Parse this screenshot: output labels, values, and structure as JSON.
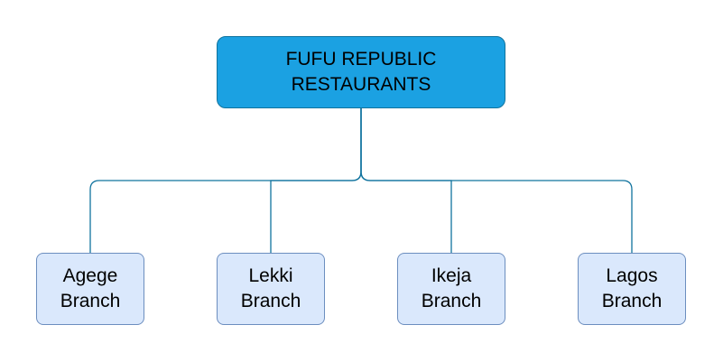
{
  "diagram": {
    "root": {
      "line1": "FUFU REPUBLIC",
      "line2": "RESTAURANTS"
    },
    "branches": [
      {
        "line1": "Agege",
        "line2": "Branch"
      },
      {
        "line1": "Lekki",
        "line2": "Branch"
      },
      {
        "line1": "Ikeja",
        "line2": "Branch"
      },
      {
        "line1": "Lagos",
        "line2": "Branch"
      }
    ]
  },
  "colors": {
    "root_fill": "#1ba1e2",
    "root_border": "#10739e",
    "branch_fill": "#dae8fc",
    "branch_border": "#6c8ebf",
    "connector": "#10739e"
  }
}
